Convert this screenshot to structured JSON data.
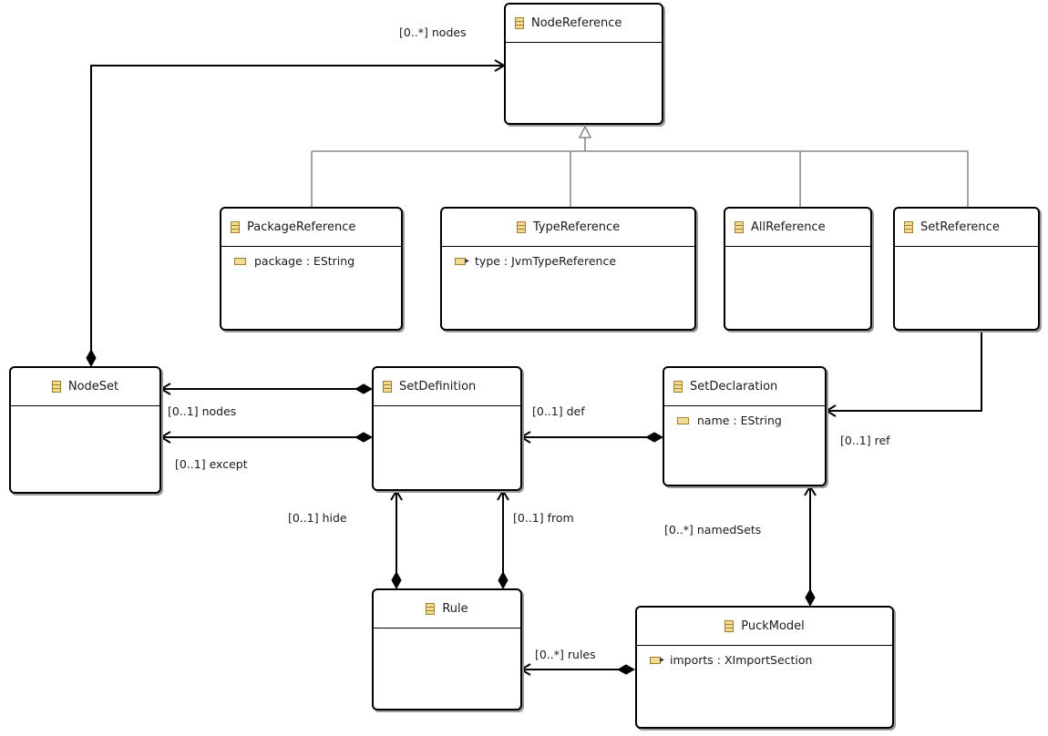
{
  "classes": {
    "node_reference": {
      "name": "NodeReference"
    },
    "package_reference": {
      "name": "PackageReference",
      "attr": "package : EString"
    },
    "type_reference": {
      "name": "TypeReference",
      "attr": "type : JvmTypeReference"
    },
    "all_reference": {
      "name": "AllReference"
    },
    "set_reference": {
      "name": "SetReference"
    },
    "node_set": {
      "name": "NodeSet"
    },
    "set_definition": {
      "name": "SetDefinition"
    },
    "set_declaration": {
      "name": "SetDeclaration",
      "attr": "name : EString"
    },
    "rule": {
      "name": "Rule"
    },
    "puck_model": {
      "name": "PuckModel",
      "attr": "imports : XImportSection"
    }
  },
  "labels": {
    "nodes_many": "[0..*] nodes",
    "nodes_one": "[0..1] nodes",
    "except": "[0..1] except",
    "def": "[0..1] def",
    "ref": "[0..1] ref",
    "hide": "[0..1] hide",
    "from": "[0..1] from",
    "named_sets": "[0..*] namedSets",
    "rules": "[0..*] rules"
  },
  "icons": {
    "class": "eclass-icon",
    "attribute": "eattribute-icon",
    "reference": "ereference-icon"
  }
}
